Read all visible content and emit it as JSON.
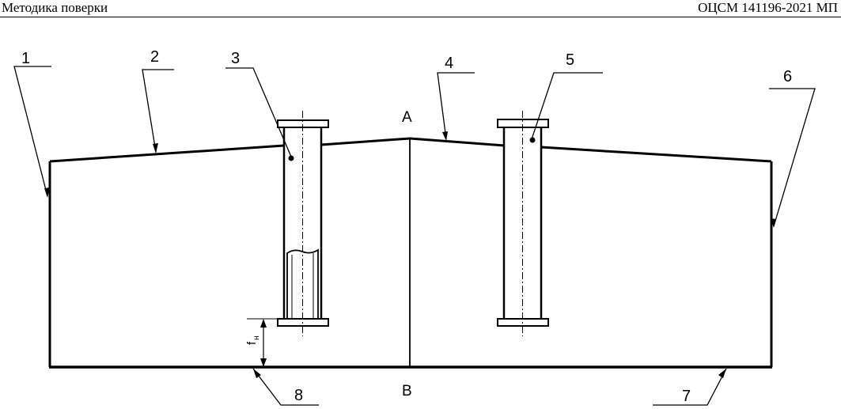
{
  "header": {
    "left_title": "Методика поверки",
    "right_code": "ОЦСМ 141196-2021 МП"
  },
  "diagram": {
    "callouts": [
      "1",
      "2",
      "3",
      "4",
      "5",
      "6",
      "7",
      "8"
    ],
    "point_top": "A",
    "point_bottom": "B",
    "dimension_symbol": "f",
    "dimension_subscript": "н"
  }
}
